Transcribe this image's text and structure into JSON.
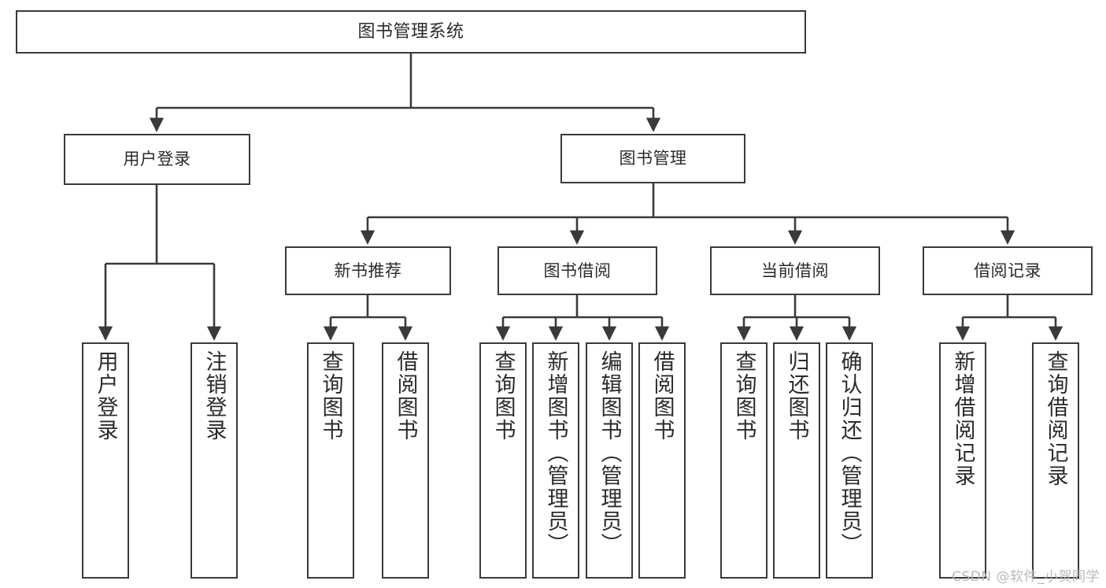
{
  "diagram": {
    "title": "图书管理系统",
    "watermark": "CSDN @软件_小贺同学",
    "type": "tree-hierarchy",
    "root": {
      "label": "图书管理系统"
    },
    "level2": [
      {
        "label": "用户登录"
      },
      {
        "label": "图书管理"
      }
    ],
    "level3": [
      {
        "label": "新书推荐"
      },
      {
        "label": "图书借阅"
      },
      {
        "label": "当前借阅"
      },
      {
        "label": "借阅记录"
      }
    ],
    "leaves": {
      "user_login": [
        {
          "label": "用户登录"
        },
        {
          "label": "注销登录"
        }
      ],
      "new_book_recommend": [
        {
          "label": "查询图书"
        },
        {
          "label": "借阅图书"
        }
      ],
      "book_borrow": [
        {
          "label": "查询图书"
        },
        {
          "label": "新增图书（管理员）"
        },
        {
          "label": "编辑图书（管理员）"
        },
        {
          "label": "借阅图书"
        }
      ],
      "current_borrow": [
        {
          "label": "查询图书"
        },
        {
          "label": "归还图书"
        },
        {
          "label": "确认归还（管理员）"
        }
      ],
      "borrow_record": [
        {
          "label": "新增借阅记录"
        },
        {
          "label": "查询借阅记录"
        }
      ]
    },
    "colors": {
      "stroke": "#3a3a3a",
      "text": "#2b2b2b",
      "background": "#ffffff",
      "watermark": "#b9b9b9"
    }
  }
}
